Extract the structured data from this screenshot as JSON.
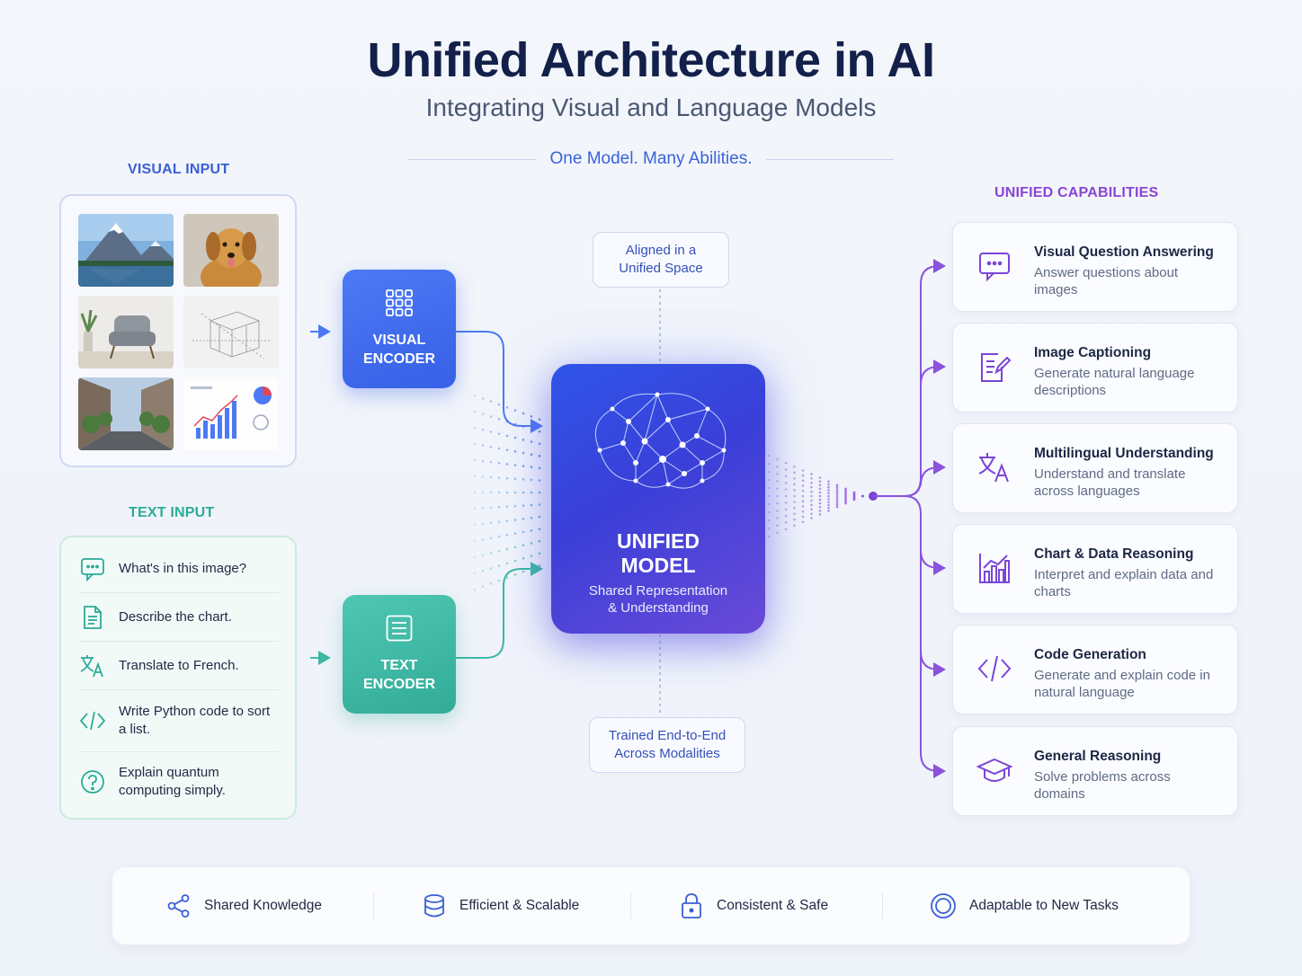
{
  "title": "Unified Architecture in AI",
  "subtitle": "Integrating Visual and Language Models",
  "tagline": "One Model. Many Abilities.",
  "visual_input": {
    "label": "VISUAL INPUT",
    "images": [
      "mountain-lake-image",
      "dog-image",
      "armchair-image",
      "sketch-image",
      "city-street-image",
      "chart-image"
    ]
  },
  "text_input": {
    "label": "TEXT INPUT",
    "items": [
      {
        "icon": "chat-bubble-icon",
        "text": "What's in this image?"
      },
      {
        "icon": "document-icon",
        "text": "Describe the chart."
      },
      {
        "icon": "translate-icon",
        "text": "Translate to French."
      },
      {
        "icon": "code-icon",
        "text": "Write Python code to sort a list."
      },
      {
        "icon": "question-icon",
        "text": "Explain quantum computing simply."
      }
    ]
  },
  "encoders": {
    "visual": {
      "line1": "VISUAL",
      "line2": "ENCODER",
      "icon": "grid-icon"
    },
    "text": {
      "line1": "TEXT",
      "line2": "ENCODER",
      "icon": "text-lines-icon"
    }
  },
  "model": {
    "line1": "UNIFIED",
    "line2": "MODEL",
    "sub1": "Shared Representation",
    "sub2": "& Understanding",
    "icon": "brain-network-icon"
  },
  "notes": {
    "top": {
      "line1": "Aligned in a",
      "line2": "Unified Space"
    },
    "bottom": {
      "line1": "Trained End-to-End",
      "line2": "Across Modalities"
    }
  },
  "capabilities": {
    "label": "UNIFIED CAPABILITIES",
    "items": [
      {
        "icon": "chat-bubble-icon",
        "title": "Visual Question Answering",
        "desc": "Answer questions about images"
      },
      {
        "icon": "edit-document-icon",
        "title": "Image Captioning",
        "desc": "Generate natural language descriptions"
      },
      {
        "icon": "translate-icon",
        "title": "Multilingual Understanding",
        "desc": "Understand and translate across languages"
      },
      {
        "icon": "bar-chart-icon",
        "title": "Chart & Data Reasoning",
        "desc": "Interpret and explain data and charts"
      },
      {
        "icon": "code-icon",
        "title": "Code Generation",
        "desc": "Generate and explain code in natural language"
      },
      {
        "icon": "graduation-cap-icon",
        "title": "General Reasoning",
        "desc": "Solve problems across domains"
      }
    ]
  },
  "benefits": [
    {
      "icon": "share-icon",
      "label": "Shared Knowledge"
    },
    {
      "icon": "database-icon",
      "label": "Efficient & Scalable"
    },
    {
      "icon": "lock-icon",
      "label": "Consistent & Safe"
    },
    {
      "icon": "target-icon",
      "label": "Adaptable to New Tasks"
    }
  ],
  "colors": {
    "visual_accent": "#3b5fd6",
    "text_accent": "#2bab97",
    "capability_accent": "#8a45d6",
    "model_gradient_start": "#2f55e8",
    "model_gradient_end": "#6a4ad8"
  }
}
